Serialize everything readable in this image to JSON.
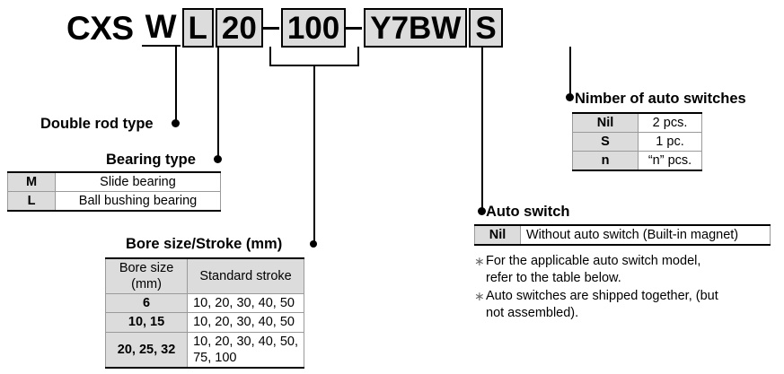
{
  "part_number": {
    "prefix": "CXS",
    "segments": [
      {
        "text": "W",
        "style": "underline"
      },
      {
        "text": "L",
        "style": "box"
      },
      {
        "text": "20",
        "style": "box"
      },
      {
        "text": "100",
        "style": "box"
      },
      {
        "text": "Y7BW",
        "style": "box"
      },
      {
        "text": "S",
        "style": "box"
      }
    ],
    "box_fill": "#dcdcdc"
  },
  "sections": {
    "double_rod": {
      "label": "Double rod type"
    },
    "bearing_type": {
      "label": "Bearing type",
      "rows": [
        {
          "code": "M",
          "desc": "Slide bearing"
        },
        {
          "code": "L",
          "desc": "Ball bushing bearing"
        }
      ]
    },
    "bore_stroke": {
      "label": "Bore size/Stroke (mm)",
      "headers": [
        "Bore size\n(mm)",
        "Standard stroke"
      ],
      "header_line1": "Bore size",
      "header_line2": "(mm)",
      "header_col2": "Standard stroke",
      "rows": [
        {
          "bore": "6",
          "stroke": "10, 20, 30, 40, 50"
        },
        {
          "bore": "10, 15",
          "stroke": "10, 20, 30, 40, 50"
        },
        {
          "bore": "20, 25, 32",
          "stroke": "10, 20, 30, 40, 50,\n75, 100"
        }
      ],
      "row3_stroke_line1": "10, 20, 30, 40, 50,",
      "row3_stroke_line2": "75, 100"
    },
    "auto_switch": {
      "label": "Auto switch",
      "rows": [
        {
          "code": "Nil",
          "desc": "Without auto switch (Built-in magnet)"
        }
      ],
      "notes": [
        {
          "mark": "∗",
          "text": "For the applicable auto switch model, refer to the table below."
        },
        {
          "mark": "∗",
          "text": "Auto switches are shipped together, (but not assembled)."
        }
      ],
      "note1_line1": "For the applicable auto switch model,",
      "note1_line2": "refer to the table below.",
      "note2_line1": "Auto switches are shipped together, (but",
      "note2_line2": "not assembled)."
    },
    "number_of_switches": {
      "label": "Nimber of auto switches",
      "rows": [
        {
          "code": "Nil",
          "desc": "2 pcs."
        },
        {
          "code": "S",
          "desc": "1 pc."
        },
        {
          "code": "n",
          "desc": "“n” pcs."
        }
      ]
    }
  }
}
